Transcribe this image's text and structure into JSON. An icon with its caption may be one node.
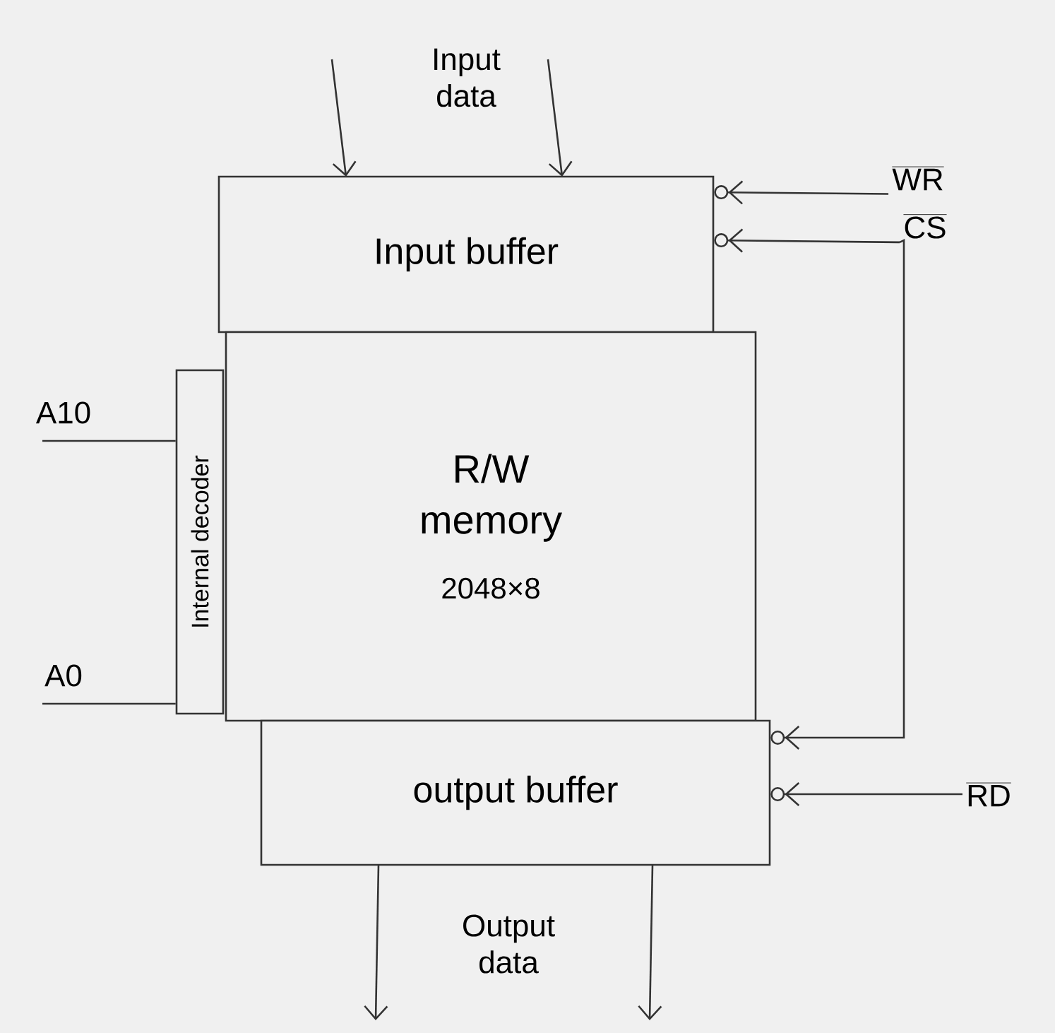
{
  "diagram": {
    "nodes": [
      {
        "text": [
          "Input buffer"
        ]
      },
      {
        "text": [
          "R/W memory",
          "2048×8"
        ]
      },
      {
        "text": [
          "output buffer"
        ]
      },
      {
        "text": [
          "Internal decoder"
        ]
      },
      {
        "text": [
          "WR"
        ]
      },
      {
        "text": [
          "CS"
        ]
      },
      {
        "text": [
          "RD"
        ]
      },
      {
        "text": [
          "A10"
        ]
      },
      {
        "text": [
          "A0"
        ]
      }
    ],
    "edges": [
      {
        "from": null,
        "to": 0,
        "arrow": "to"
      },
      {
        "from": null,
        "to": 0,
        "arrow": "to"
      },
      {
        "from": 2,
        "to": null,
        "arrow": "to"
      },
      {
        "from": 2,
        "to": null,
        "arrow": "to"
      },
      {
        "from": 4,
        "to": 0,
        "arrow": "to"
      },
      {
        "from": 5,
        "to": 0,
        "arrow": "to"
      },
      {
        "from": 5,
        "to": 2,
        "arrow": "to"
      },
      {
        "from": 6,
        "to": 2,
        "arrow": "to"
      },
      {
        "from": 7,
        "to": 3,
        "arrow": "none"
      },
      {
        "from": 8,
        "to": 3,
        "arrow": "none"
      }
    ],
    "labels": [
      "Input data",
      "Output data"
    ]
  }
}
